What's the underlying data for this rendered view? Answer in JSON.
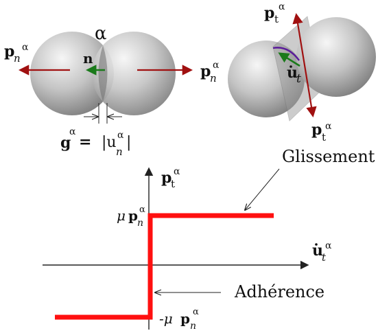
{
  "contact_normal": {
    "alpha_label": "α",
    "normal_vector_label": "n",
    "force_left_base": "p",
    "force_left_sub": "n",
    "force_left_sup": "α",
    "force_right_base": "p",
    "force_right_sub": "n",
    "force_right_sup": "α",
    "gap_text": "g",
    "gap_sup": "α",
    "gap_equals": "=",
    "gap_abs_base": "|u",
    "gap_abs_sub": "n",
    "gap_abs_sup": "α",
    "gap_abs_close": "|"
  },
  "contact_tangential": {
    "force_top_base": "p",
    "force_top_sub": "t",
    "force_top_sup": "α",
    "force_bottom_base": "p",
    "force_bottom_sub": "t",
    "force_bottom_sup": "α",
    "velocity_base": "u",
    "velocity_sub": "t"
  },
  "graph": {
    "y_axis_base": "p",
    "y_axis_sub": "t",
    "y_axis_sup": "α",
    "x_axis_base": "u",
    "x_axis_sub": "t",
    "x_axis_sup": "α",
    "upper_level_mu": "μ",
    "upper_level_base": "p",
    "upper_level_sub": "n",
    "upper_level_sup": "α",
    "lower_level_mu": "-μ",
    "lower_level_base": "p",
    "lower_level_sub": "n",
    "lower_level_sup": "α",
    "sliding_label": "Glissement",
    "adhesion_label": "Adhérence"
  },
  "colors": {
    "force_arrow": "#a01010",
    "normal_arrow": "#1a7a1a",
    "curve": "#ff1010",
    "plane": "#9a9a9a",
    "sphere_mid": "#b8b8b8",
    "axes": "#222222",
    "arc": "#5a1a9a"
  }
}
